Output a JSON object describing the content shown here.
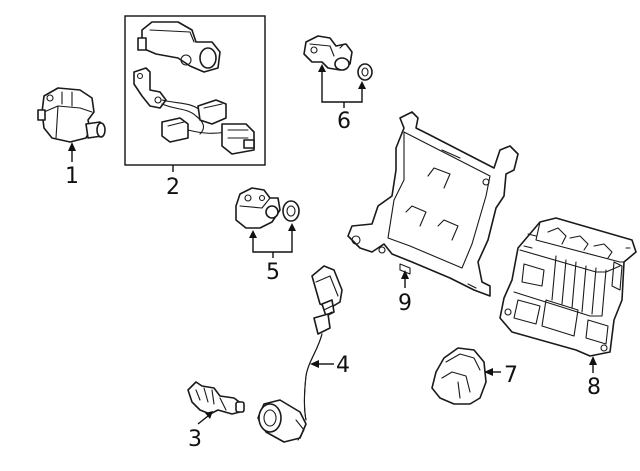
{
  "diagram": {
    "type": "exploded-parts-diagram",
    "callouts": [
      {
        "id": "1",
        "label": "1"
      },
      {
        "id": "2",
        "label": "2"
      },
      {
        "id": "3",
        "label": "3"
      },
      {
        "id": "4",
        "label": "4"
      },
      {
        "id": "5",
        "label": "5"
      },
      {
        "id": "6",
        "label": "6"
      },
      {
        "id": "7",
        "label": "7"
      },
      {
        "id": "8",
        "label": "8"
      },
      {
        "id": "9",
        "label": "9"
      }
    ],
    "colors": {
      "line": "#1a1a1a",
      "background": "#ffffff"
    }
  }
}
